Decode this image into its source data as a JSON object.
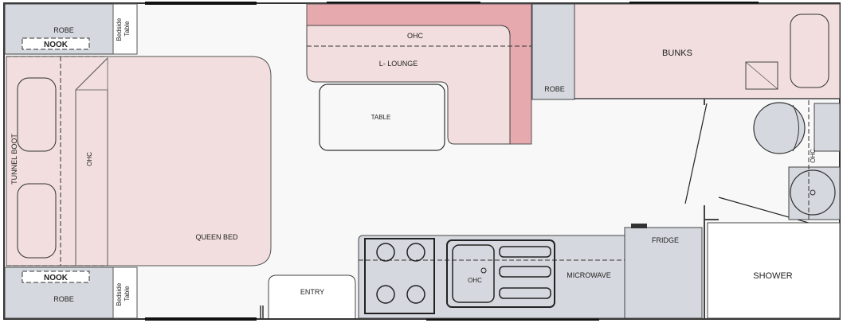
{
  "labels": {
    "robe_top": "ROBE",
    "nook_top": "NOOK",
    "bedside_top": [
      "Bedside",
      "Table"
    ],
    "tunnel_boot": "TUNNEL BOOT",
    "ohc_left": "OHC",
    "queen_bed": "QUEEN BED",
    "nook_bottom": "NOOK",
    "robe_bottom": "ROBE",
    "bedside_bottom": [
      "Bedside",
      "Table"
    ],
    "ohc_lounge": "OHC",
    "l_lounge": "L- LOUNGE",
    "table": "TABLE",
    "robe_mid": "ROBE",
    "bunks": "BUNKS",
    "ohc_bath": "OHC",
    "entry": "ENTRY",
    "ohc_kitchen": "OHC",
    "microwave": "MICROWAVE",
    "fridge": "FRIDGE",
    "shower": "SHOWER"
  },
  "colors": {
    "furniture_pink": "#f2dede",
    "lounge_accent": "#e6a9ae",
    "cabinet_grey": "#d5d8de",
    "floor": "#f8f8f8",
    "wall": "#333333",
    "window": "#111111"
  }
}
